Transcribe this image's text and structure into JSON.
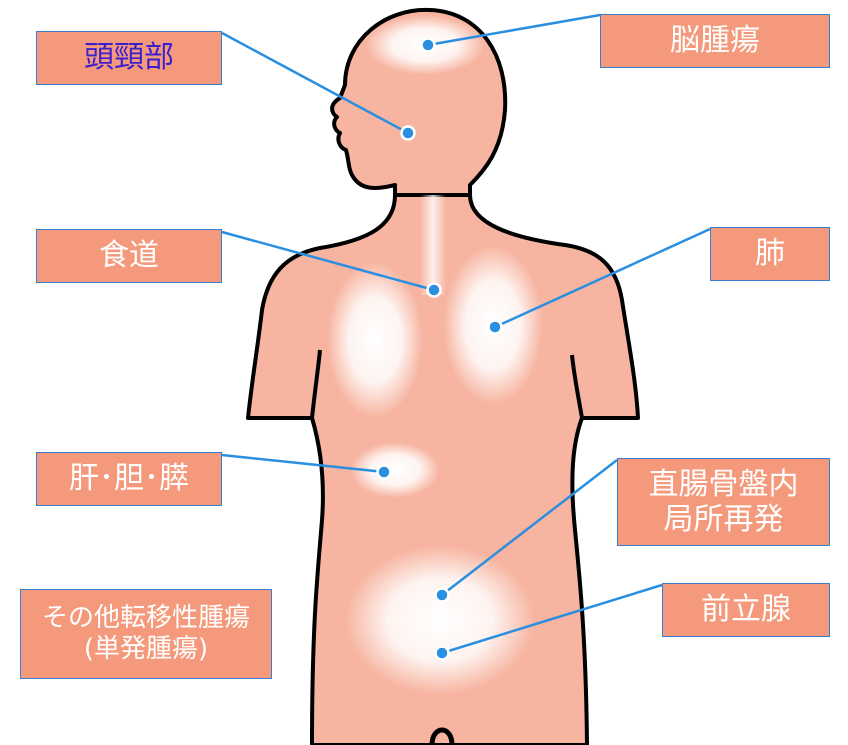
{
  "labels": {
    "head_neck": "頭頸部",
    "brain_tumor": "脳腫瘍",
    "esophagus": "食道",
    "lung": "肺",
    "liver_gb_pancreas": "肝･胆･膵",
    "rectum_pelvic": "直腸骨盤内\n局所再発",
    "other_metastatic": "その他転移性腫瘍\n(単発腫瘍)",
    "prostate": "前立腺"
  },
  "colors": {
    "skin": "#f7b4a0",
    "outline": "#000000",
    "label_fill": "#f4997b",
    "label_border": "#3a7fcf",
    "leader_line": "#2a8fe0",
    "highlight_text": "#3b1fcf"
  }
}
